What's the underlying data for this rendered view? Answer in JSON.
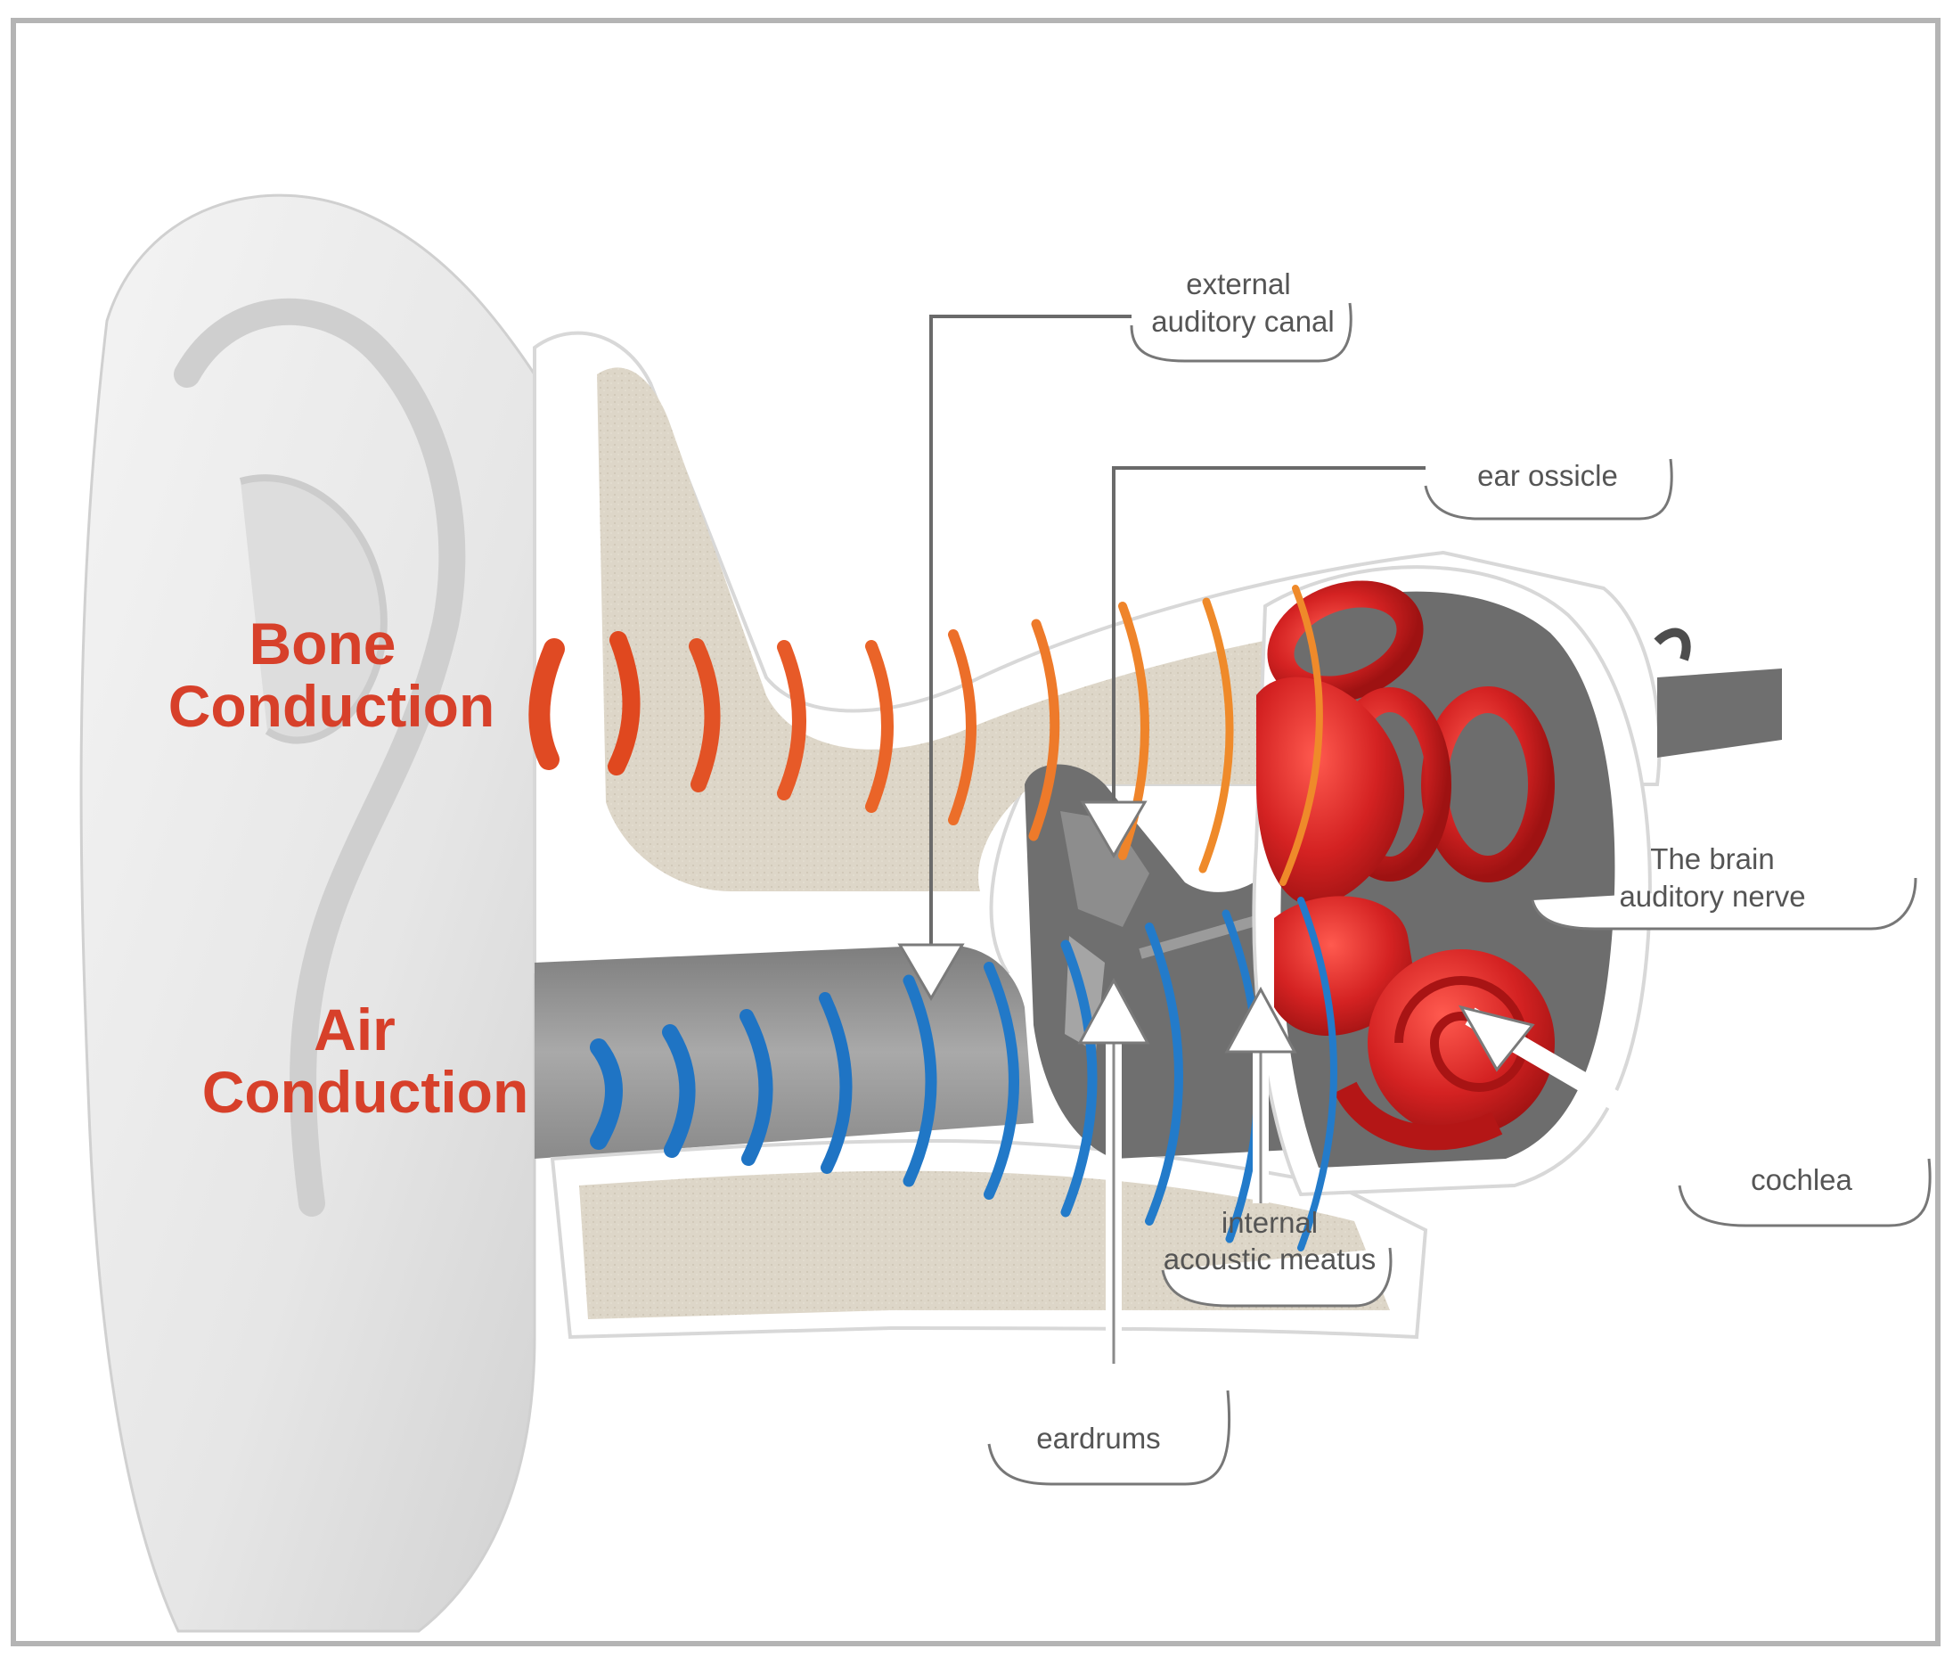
{
  "labels": {
    "bone_line1": "Bone",
    "bone_line2": "Conduction",
    "air_line1": "Air",
    "air_line2": "Conduction",
    "external_line1": "external",
    "external_line2": "auditory canal",
    "ossicle": "ear ossicle",
    "brain_line1": "The brain",
    "brain_line2": "auditory nerve",
    "cochlea": "cochlea",
    "meatus_line1": "internal",
    "meatus_line2": "acoustic meatus",
    "eardrums": "eardrums"
  },
  "colors": {
    "bone_waves_near": "#e04a23",
    "bone_waves_far": "#ef8a2a",
    "air_waves": "#1f74c4",
    "label_red": "#d7402a",
    "bone_tissue": "#ddd6c8",
    "inner_ear": "#cc1f1f",
    "frame": "#b4b4b4"
  },
  "icons": [
    "ear-illustration",
    "sound-wave-icon",
    "arrow-icon",
    "cochlea-illustration"
  ]
}
